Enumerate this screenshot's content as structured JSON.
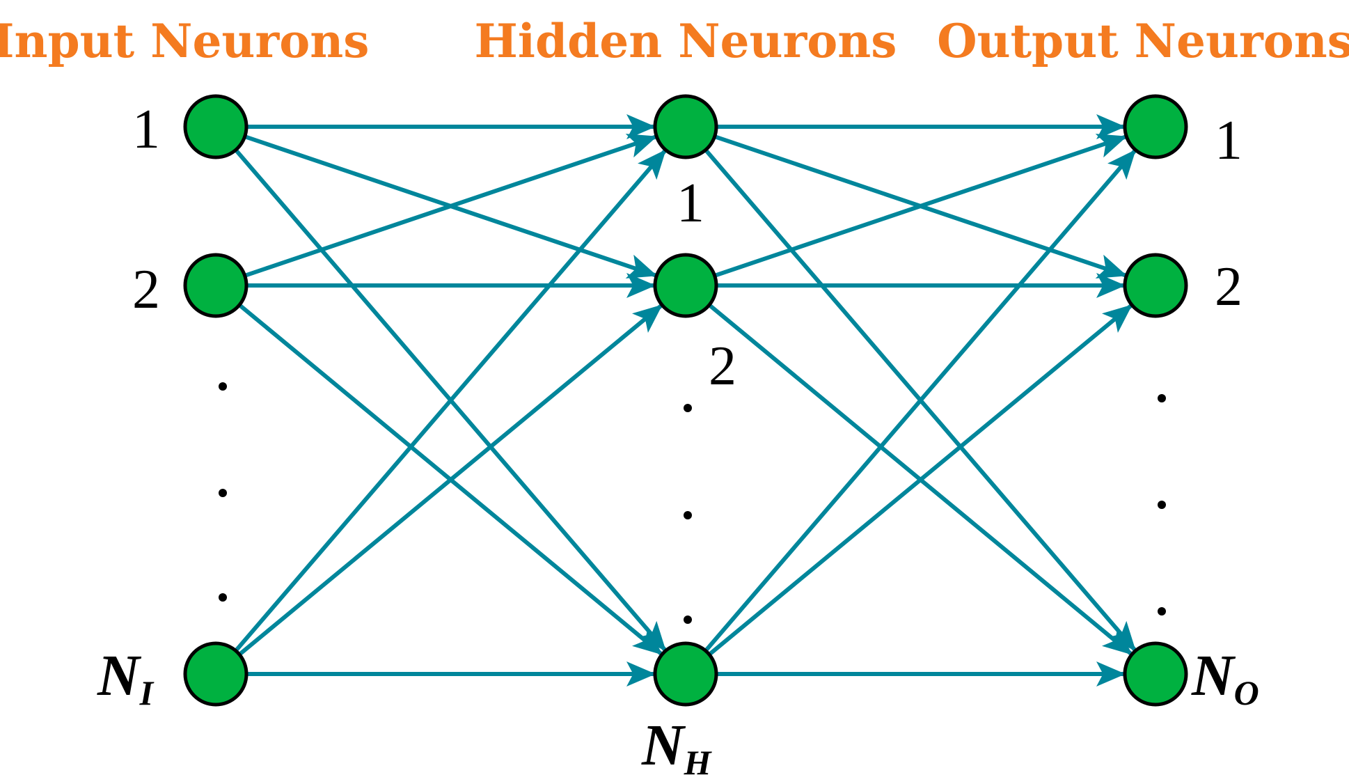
{
  "colors": {
    "title": "#f47b20",
    "edge": "#00869b",
    "neuron_fill": "#00b140",
    "neuron_stroke": "#000000",
    "text": "#000000"
  },
  "layers": [
    {
      "id": "input",
      "title": "Input Neurons",
      "nodes": [
        {
          "label": "1"
        },
        {
          "label": "2"
        },
        {
          "label_main": "N",
          "label_sub": "I"
        }
      ]
    },
    {
      "id": "hidden",
      "title": "Hidden Neurons",
      "nodes": [
        {
          "label": "1"
        },
        {
          "label": "2"
        },
        {
          "label_main": "N",
          "label_sub": "H"
        }
      ]
    },
    {
      "id": "output",
      "title": "Output Neurons",
      "nodes": [
        {
          "label": "1"
        },
        {
          "label": "2"
        },
        {
          "label_main": "N",
          "label_sub": "O"
        }
      ]
    }
  ],
  "connectivity": "fully-connected"
}
